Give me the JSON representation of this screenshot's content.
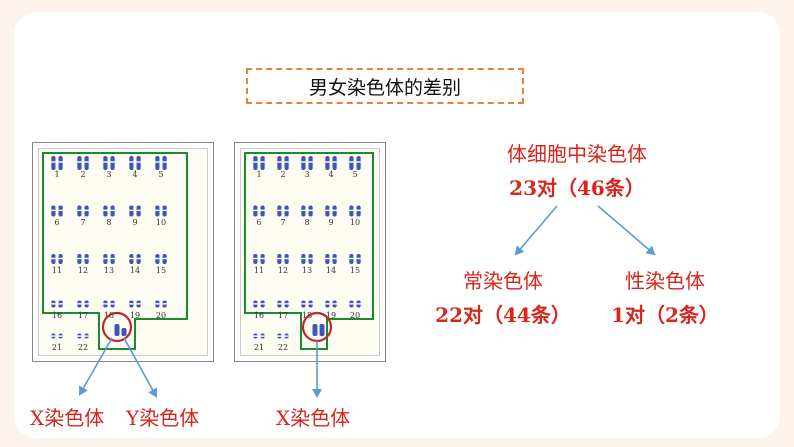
{
  "title": "男女染色体的差别",
  "colors": {
    "accent_red": "#d8261d",
    "arrow_blue": "#5b9bd5",
    "chromosome_blue": "#3d55b8",
    "outline_green": "#1d8a2f",
    "title_border": "#e8803a"
  },
  "karyotype_male": {
    "rows": [
      [
        "1",
        "2",
        "3",
        "4",
        "5"
      ],
      [
        "6",
        "7",
        "8",
        "9",
        "10"
      ],
      [
        "11",
        "12",
        "13",
        "14",
        "15"
      ],
      [
        "16",
        "17",
        "18",
        "19",
        "20"
      ],
      [
        "21",
        "22"
      ]
    ]
  },
  "karyotype_female": {
    "rows": [
      [
        "1",
        "2",
        "3",
        "4",
        "5"
      ],
      [
        "6",
        "7",
        "8",
        "9",
        "10"
      ],
      [
        "11",
        "12",
        "13",
        "14",
        "15"
      ],
      [
        "16",
        "17",
        "18",
        "19",
        "20"
      ],
      [
        "21",
        "22"
      ]
    ]
  },
  "labels": {
    "male_x": "X染色体",
    "male_y": "Y染色体",
    "female_x": "X染色体"
  },
  "tree": {
    "root_line1": "体细胞中染色体",
    "root_line2": "23对（46条）",
    "left_line1": "常染色体",
    "left_line2": "22对（44条）",
    "right_line1": "性染色体",
    "right_line2": "1对（2条）"
  }
}
